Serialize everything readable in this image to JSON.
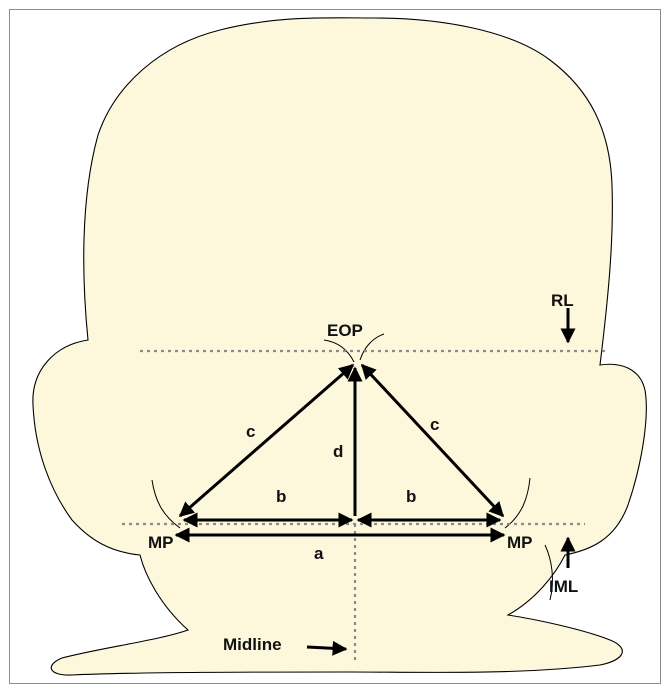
{
  "colors": {
    "skin": "#fdf7dc",
    "outline": "#000000",
    "guide": "#8a8a8a",
    "frame": "#8c8c8c",
    "arrow": "#000000"
  },
  "labels": {
    "eop": "EOP",
    "rl": "RL",
    "iml": "IML",
    "mp_left": "MP",
    "mp_right": "MP",
    "a": "a",
    "b_left": "b",
    "b_right": "b",
    "c_left": "c",
    "c_right": "c",
    "d": "d",
    "midline": "Midline"
  }
}
